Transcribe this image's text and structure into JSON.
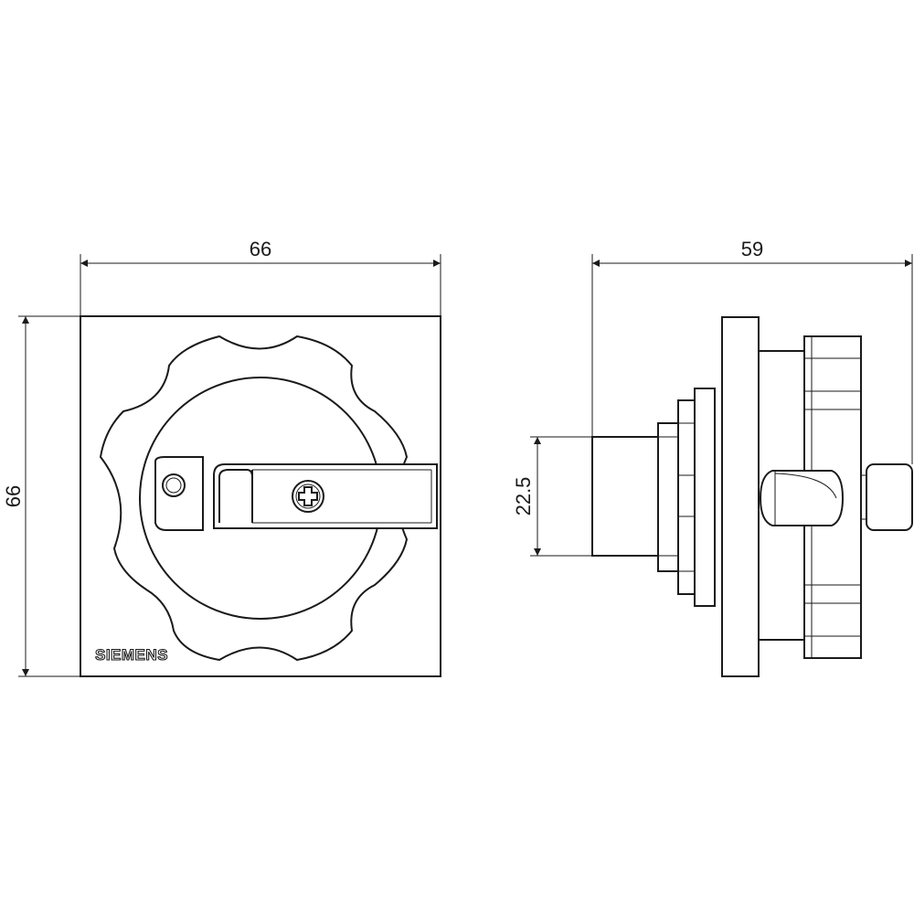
{
  "dimensions": {
    "front_width": "66",
    "front_height": "66",
    "side_depth": "59",
    "shaft_height": "22.5"
  },
  "brand": "SIEMENS"
}
